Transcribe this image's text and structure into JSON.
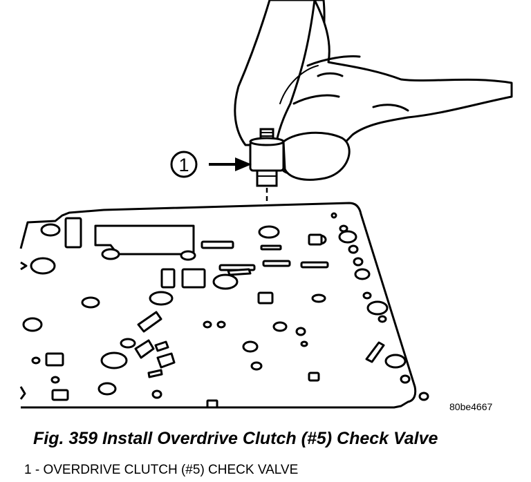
{
  "figure": {
    "caption": "Fig. 359 Install Overdrive Clutch (#5) Check Valve",
    "legend_item": "1 - OVERDRIVE CLUTCH (#5) CHECK VALVE",
    "callout_number": "1",
    "image_code": "80be4667"
  },
  "icons": {
    "hand": "hand-icon",
    "check_valve": "check-valve-icon",
    "valve_body_plate": "separator-plate-icon",
    "callout_arrow": "arrow-right-icon"
  }
}
